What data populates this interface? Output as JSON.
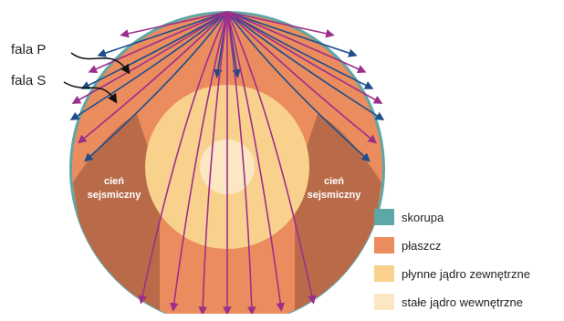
{
  "labels": {
    "p_wave": "fala P",
    "s_wave": "fala S",
    "shadow": [
      "cień",
      "sejsmiczny"
    ]
  },
  "legend": [
    {
      "key": "crust",
      "label": "skorupa",
      "color": "#5fa7a6"
    },
    {
      "key": "mantle",
      "label": "płaszcz",
      "color": "#ea8c5d"
    },
    {
      "key": "outer_core",
      "label": "płynne jądro zewnętrzne",
      "color": "#f8d28c"
    },
    {
      "key": "inner_core",
      "label": "stałe jądro wewnętrzne",
      "color": "#fbe7c4"
    }
  ],
  "colors": {
    "crust": "#5fa7a6",
    "mantle": "#ea8c5d",
    "shadow_zone": "#b96b49",
    "outer_core": "#f8d28c",
    "inner_core": "#fbe7c4",
    "p_wave": "#9c2f8c",
    "s_wave": "#1e4d8c"
  }
}
